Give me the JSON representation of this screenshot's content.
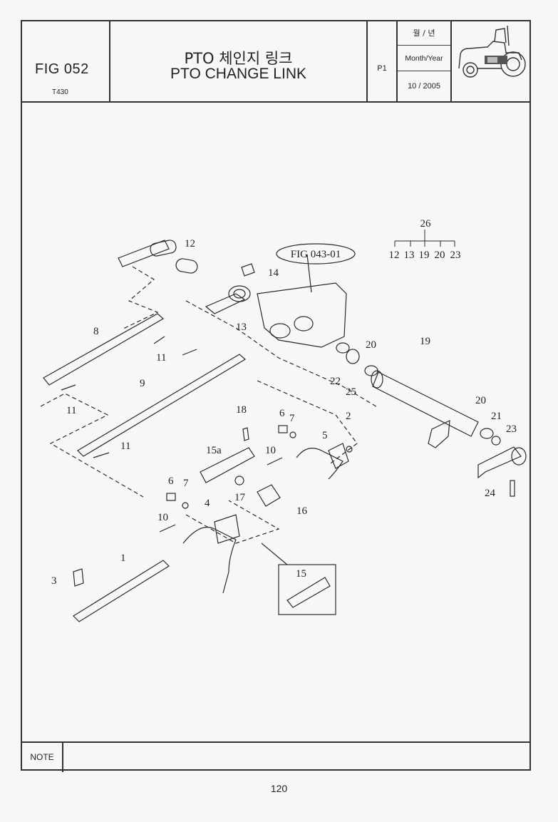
{
  "header": {
    "fig_number": "FIG 052",
    "model": "T430",
    "title_korean": "PTO 체인지 링크",
    "title_english": "PTO CHANGE LINK",
    "page": "P1",
    "date_label_korean": "월 / 년",
    "date_label_english": "Month/Year",
    "date_value": "10 / 2005",
    "tractor_icon": "tractor-icon"
  },
  "diagram": {
    "reference_label": "FIG 043-01",
    "kit_number": "26",
    "kit_components": [
      "12",
      "13",
      "19",
      "20",
      "23"
    ],
    "callouts": {
      "p1": "1",
      "p2": "2",
      "p3": "3",
      "p4": "4",
      "p5": "5",
      "p6a": "6",
      "p6b": "6",
      "p7a": "7",
      "p7b": "7",
      "p8": "8",
      "p9": "9",
      "p10a": "10",
      "p10b": "10",
      "p11a": "11",
      "p11b": "11",
      "p11c": "11",
      "p12": "12",
      "p13": "13",
      "p14": "14",
      "p15": "15",
      "p15a": "15a",
      "p16": "16",
      "p17": "17",
      "p18": "18",
      "p19": "19",
      "p20a": "20",
      "p20b": "20",
      "p21": "21",
      "p22": "22",
      "p23": "23",
      "p24": "24",
      "p25": "25"
    }
  },
  "footer": {
    "note_label": "NOTE",
    "page_number": "120"
  }
}
